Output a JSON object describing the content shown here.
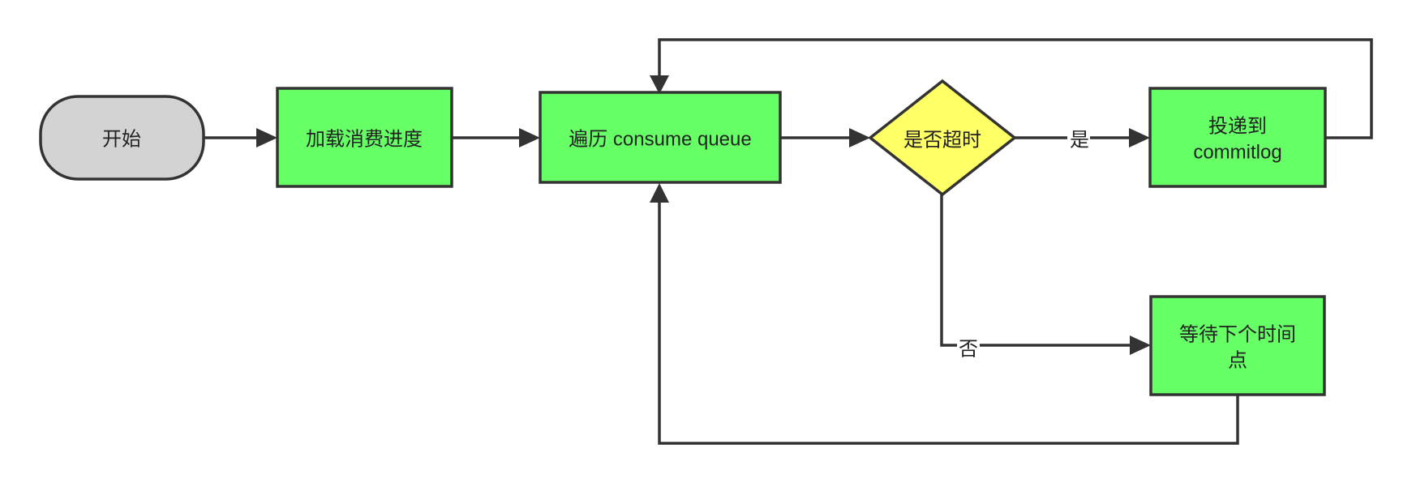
{
  "nodes": {
    "start": {
      "label": "开始",
      "fill": "#d3d3d3"
    },
    "load": {
      "label": "加载消费进度",
      "fill": "#66ff66"
    },
    "traverse": {
      "label": "遍历 consume queue",
      "fill": "#66ff66"
    },
    "decision": {
      "label": "是否超时",
      "fill": "#ffff66"
    },
    "deliver": {
      "line1": "投递到",
      "line2": "commitlog",
      "fill": "#66ff66"
    },
    "wait": {
      "line1": "等待下个时间",
      "line2": "点",
      "fill": "#66ff66"
    }
  },
  "edges": {
    "yes_label": "是",
    "no_label": "否"
  },
  "colors": {
    "stroke": "#333333",
    "background": "#ffffff"
  }
}
